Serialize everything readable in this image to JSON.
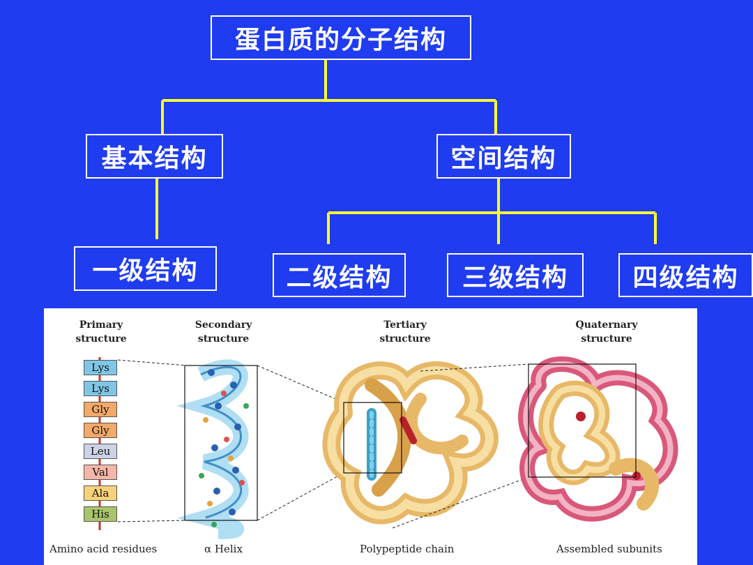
{
  "hierarchy": {
    "root": "蛋白质的分子结构",
    "basic": "基本结构",
    "spatial": "空间结构",
    "primary": "一级结构",
    "secondary": "二级结构",
    "tertiary": "三级结构",
    "quaternary": "四级结构"
  },
  "figure": {
    "headers": {
      "primary": "Primary\nstructure",
      "secondary": "Secondary\nstructure",
      "tertiary": "Tertiary\nstructure",
      "quaternary": "Quaternary\nstructure"
    },
    "captions": {
      "primary": "Amino acid residues",
      "secondary": "α Helix",
      "tertiary": "Polypeptide chain",
      "quaternary": "Assembled subunits"
    },
    "residues": [
      {
        "label": "Lys",
        "color": "#7fc6e6"
      },
      {
        "label": "Lys",
        "color": "#7fc6e6"
      },
      {
        "label": "Gly",
        "color": "#f2a96a"
      },
      {
        "label": "Gly",
        "color": "#f2a96a"
      },
      {
        "label": "Leu",
        "color": "#cdd3e6"
      },
      {
        "label": "Val",
        "color": "#f4b6a8"
      },
      {
        "label": "Ala",
        "color": "#f6d27a"
      },
      {
        "label": "His",
        "color": "#a9c46a"
      }
    ]
  },
  "colors": {
    "background": "#1f3cf0",
    "connector": "#ffff33",
    "box_border": "#ffffff"
  }
}
